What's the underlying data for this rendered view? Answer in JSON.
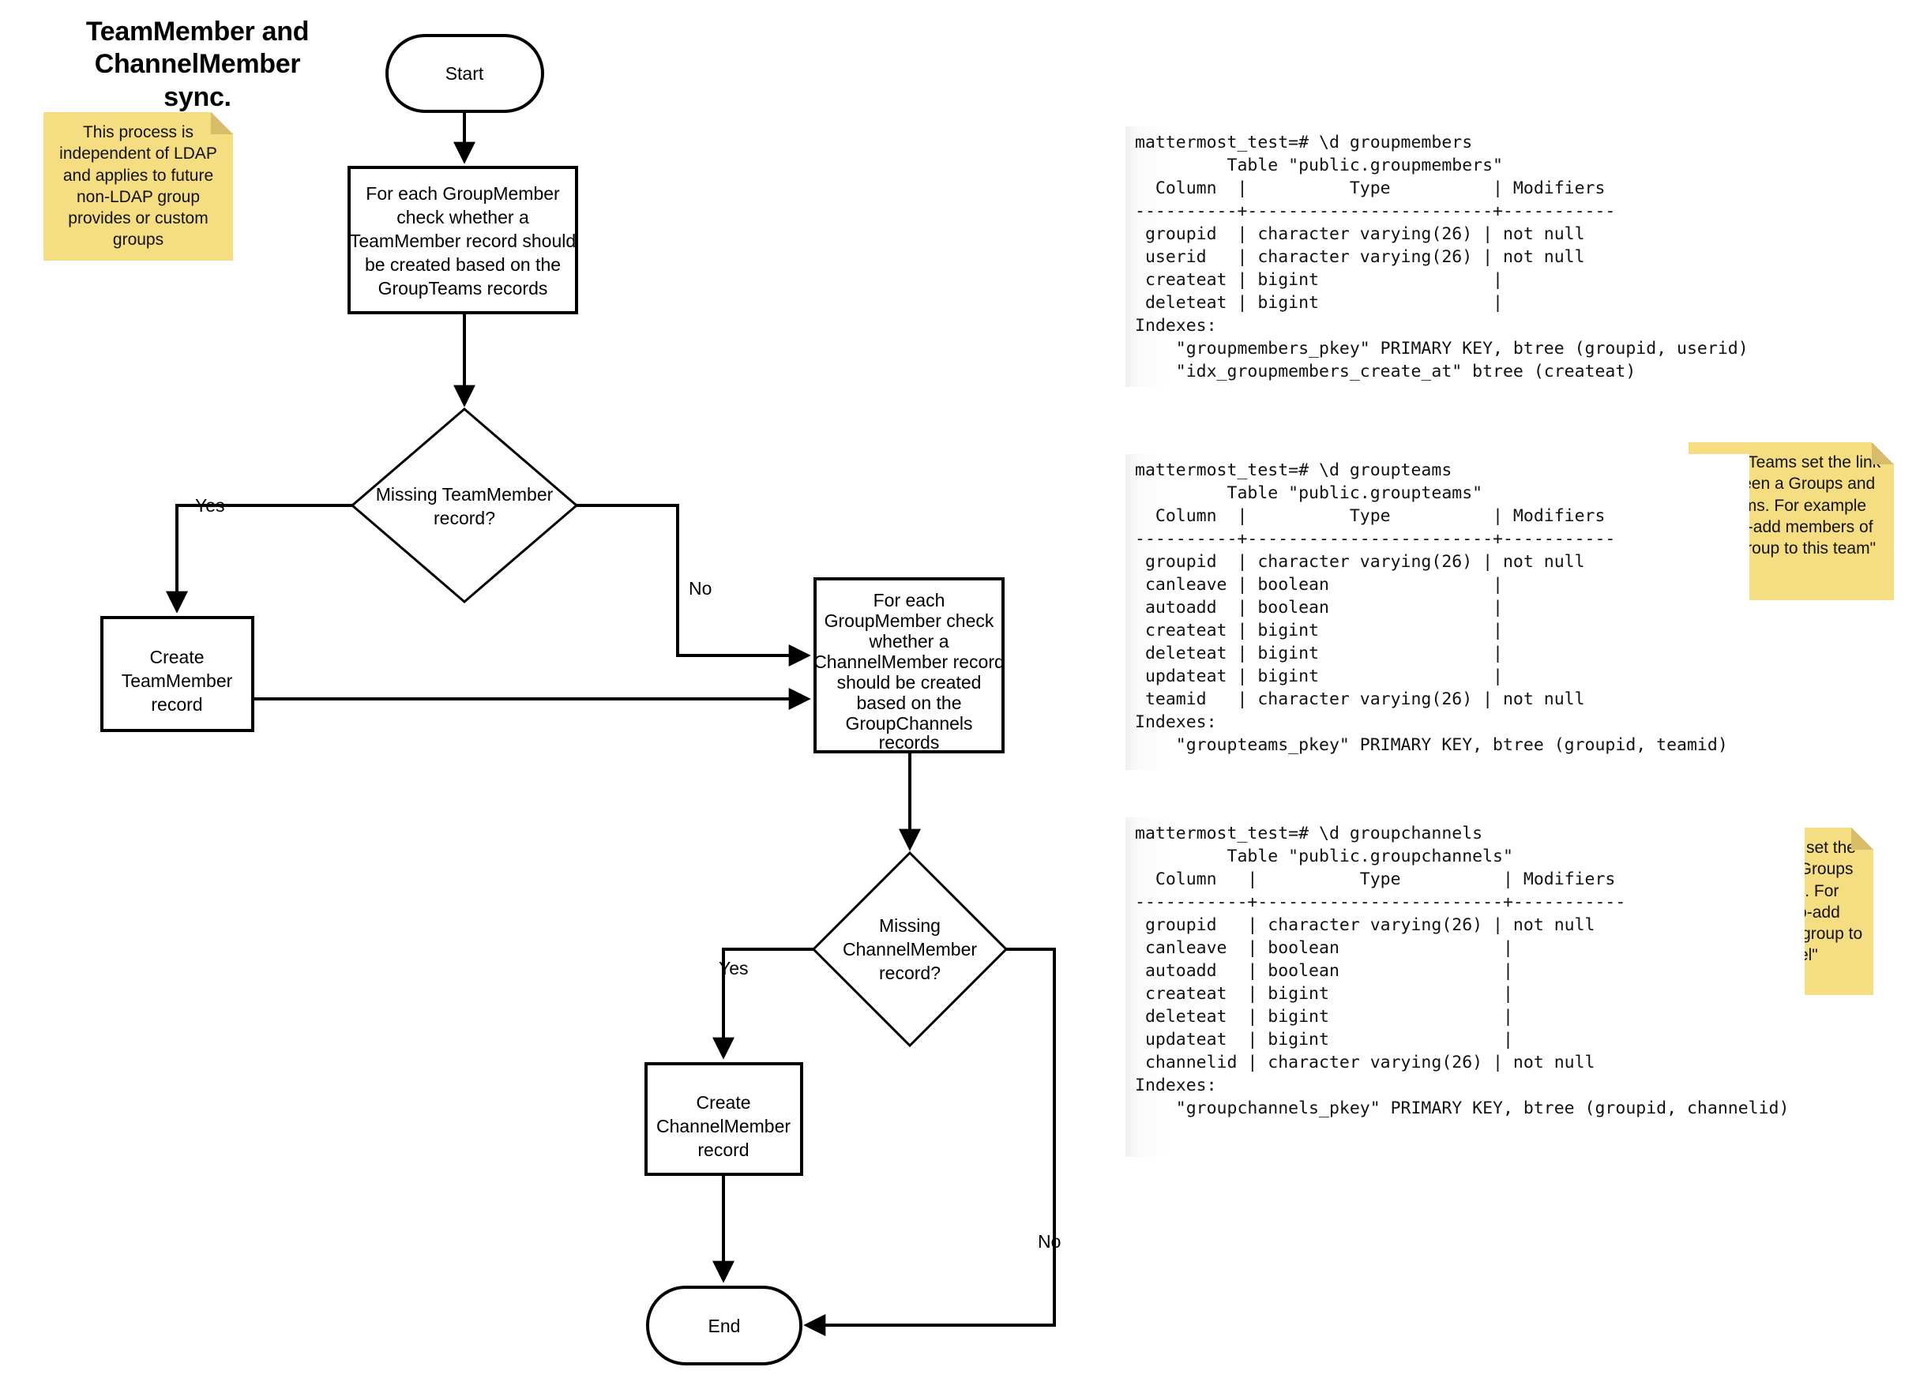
{
  "title": "TeamMember and\nChannelMember sync.",
  "notes": {
    "ldap": "This process is independent of LDAP and applies to future non-LDAP group provides or custom groups",
    "groupteams": "GroupTeams set the link between a Groups and Teams. For example \"auto-add members of this group to this team\"",
    "groupchannels": "GroupChannels set the link between a Groups and Channels. For example \"auto-add members of this group to this channel\""
  },
  "flow": {
    "start": "Start",
    "end": "End",
    "process_teammember": [
      "For each GroupMember",
      "check whether a",
      "TeamMember record should",
      "be created based on the",
      "GroupTeams records"
    ],
    "decision_teammember": [
      "Missing TeamMember",
      "record?"
    ],
    "create_teammember": [
      "Create",
      "TeamMember",
      "record"
    ],
    "process_channelmember": [
      "For each",
      "GroupMember check",
      "whether a",
      "ChannelMember record",
      "should be created",
      "based on the",
      "GroupChannels",
      "records"
    ],
    "decision_channelmember": [
      "Missing",
      "ChannelMember",
      "record?"
    ],
    "create_channelmember": [
      "Create",
      "ChannelMember",
      "record"
    ],
    "labels": {
      "yes1": "Yes",
      "no1": "No",
      "yes2": "Yes",
      "no2": "No"
    }
  },
  "terminals": {
    "groupmembers": "mattermost_test=# \\d groupmembers\n         Table \"public.groupmembers\"\n  Column  |          Type          | Modifiers\n----------+------------------------+-----------\n groupid  | character varying(26) | not null\n userid   | character varying(26) | not null\n createat | bigint                 |\n deleteat | bigint                 |\nIndexes:\n    \"groupmembers_pkey\" PRIMARY KEY, btree (groupid, userid)\n    \"idx_groupmembers_create_at\" btree (createat)",
    "groupteams": "mattermost_test=# \\d groupteams\n         Table \"public.groupteams\"\n  Column  |          Type          | Modifiers\n----------+------------------------+-----------\n groupid  | character varying(26) | not null\n canleave | boolean                |\n autoadd  | boolean                |\n createat | bigint                 |\n deleteat | bigint                 |\n updateat | bigint                 |\n teamid   | character varying(26) | not null\nIndexes:\n    \"groupteams_pkey\" PRIMARY KEY, btree (groupid, teamid)",
    "groupchannels": "mattermost_test=# \\d groupchannels\n         Table \"public.groupchannels\"\n  Column   |          Type          | Modifiers\n-----------+------------------------+-----------\n groupid   | character varying(26) | not null\n canleave  | boolean                |\n autoadd   | boolean                |\n createat  | bigint                 |\n deleteat  | bigint                 |\n updateat  | bigint                 |\n channelid | character varying(26) | not null\nIndexes:\n    \"groupchannels_pkey\" PRIMARY KEY, btree (groupid, channelid)"
  },
  "colors": {
    "note_bg": "#f5dd81",
    "note_fold": "#d7bd6a",
    "stroke": "#000000",
    "shape_fill": "#ffffff"
  }
}
